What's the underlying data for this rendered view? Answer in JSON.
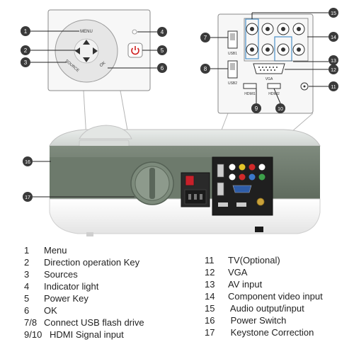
{
  "panel_labels": {
    "menu": "MENU",
    "source": "SOURCE",
    "ok": "OK",
    "usb1": "USB1",
    "usb2": "USB2",
    "vga": "VGA",
    "hdmi1": "HDMI1",
    "hdmi2": "HDMI2"
  },
  "callouts": [
    "1",
    "2",
    "3",
    "4",
    "5",
    "6",
    "7",
    "8",
    "9",
    "10",
    "11",
    "12",
    "13",
    "14",
    "15",
    "16",
    "17"
  ],
  "legend": {
    "left": [
      {
        "num": "1",
        "text": "Menu"
      },
      {
        "num": "2",
        "text": "Direction operation Key"
      },
      {
        "num": "3",
        "text": "Sources"
      },
      {
        "num": "4",
        "text": "Indicator light"
      },
      {
        "num": "5",
        "text": "Power Key"
      },
      {
        "num": "6",
        "text": "OK"
      },
      {
        "num": "7/8",
        "text": "Connect USB flash drive"
      },
      {
        "num": "9/10",
        "text": "HDMI Signal input"
      }
    ],
    "right": [
      {
        "num": "11",
        "text": "TV(Optional)"
      },
      {
        "num": "12",
        "text": "VGA"
      },
      {
        "num": "13",
        "text": "AV input"
      },
      {
        "num": "14",
        "text": "Component video input"
      },
      {
        "num": "15",
        "text": " Audio output/input"
      },
      {
        "num": "16",
        "text": " Power Switch"
      },
      {
        "num": "17",
        "text": " Keystone Correction"
      }
    ]
  },
  "colors": {
    "callout_fill": "#3a3a3a",
    "body_green": "#6f7d6e",
    "body_white": "#f2f2f2",
    "panel_border": "#8a8a8a",
    "port_dark": "#2a2a2a"
  }
}
